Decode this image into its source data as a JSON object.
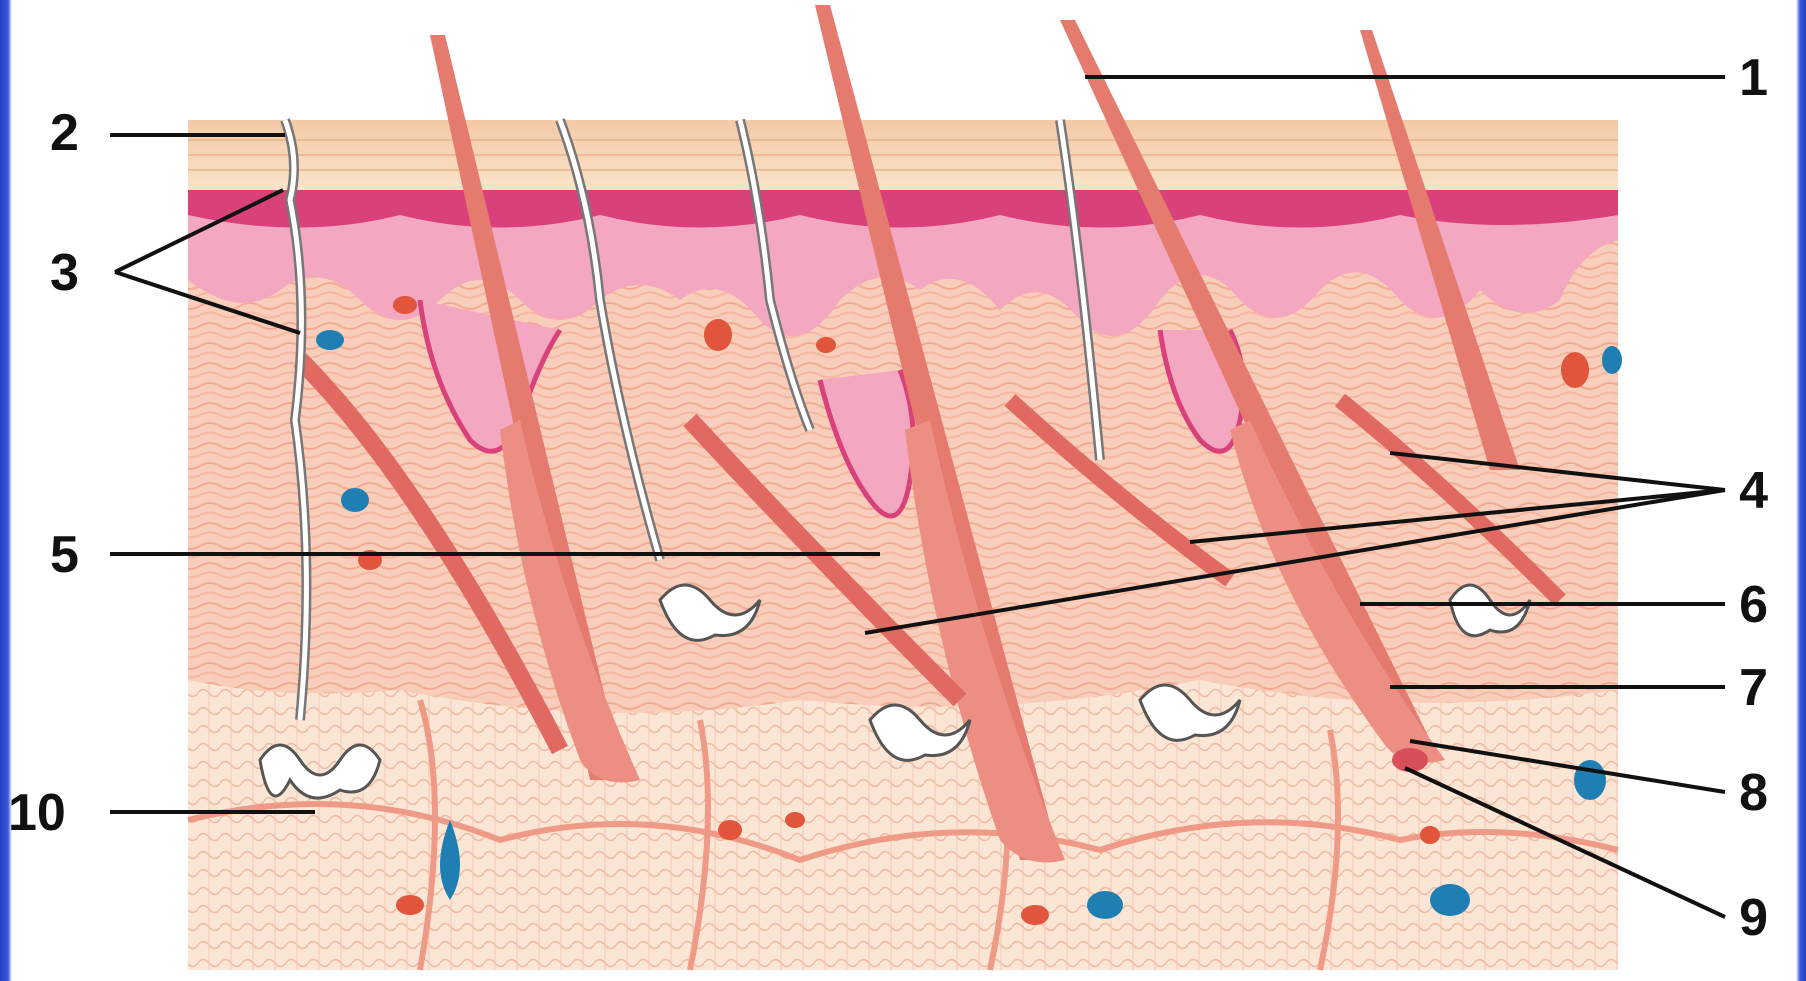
{
  "labels": {
    "l1": "1",
    "l2": "2",
    "l3": "3",
    "l4": "4",
    "l5": "5",
    "l6": "6",
    "l7": "7",
    "l8": "8",
    "l9": "9",
    "l10": "10"
  },
  "colors": {
    "background_frame": "#2a45c8",
    "stratum_corneum": "#f6d9b8",
    "epidermis": "#d8417a",
    "dermis": "#f7c6b2",
    "hypodermis": "#fbe3d2",
    "hair_follicle": "#e57a6e",
    "vessel_blue": "#1f7fb3",
    "vessel_red": "#e0553b",
    "leader_line": "#111111"
  }
}
